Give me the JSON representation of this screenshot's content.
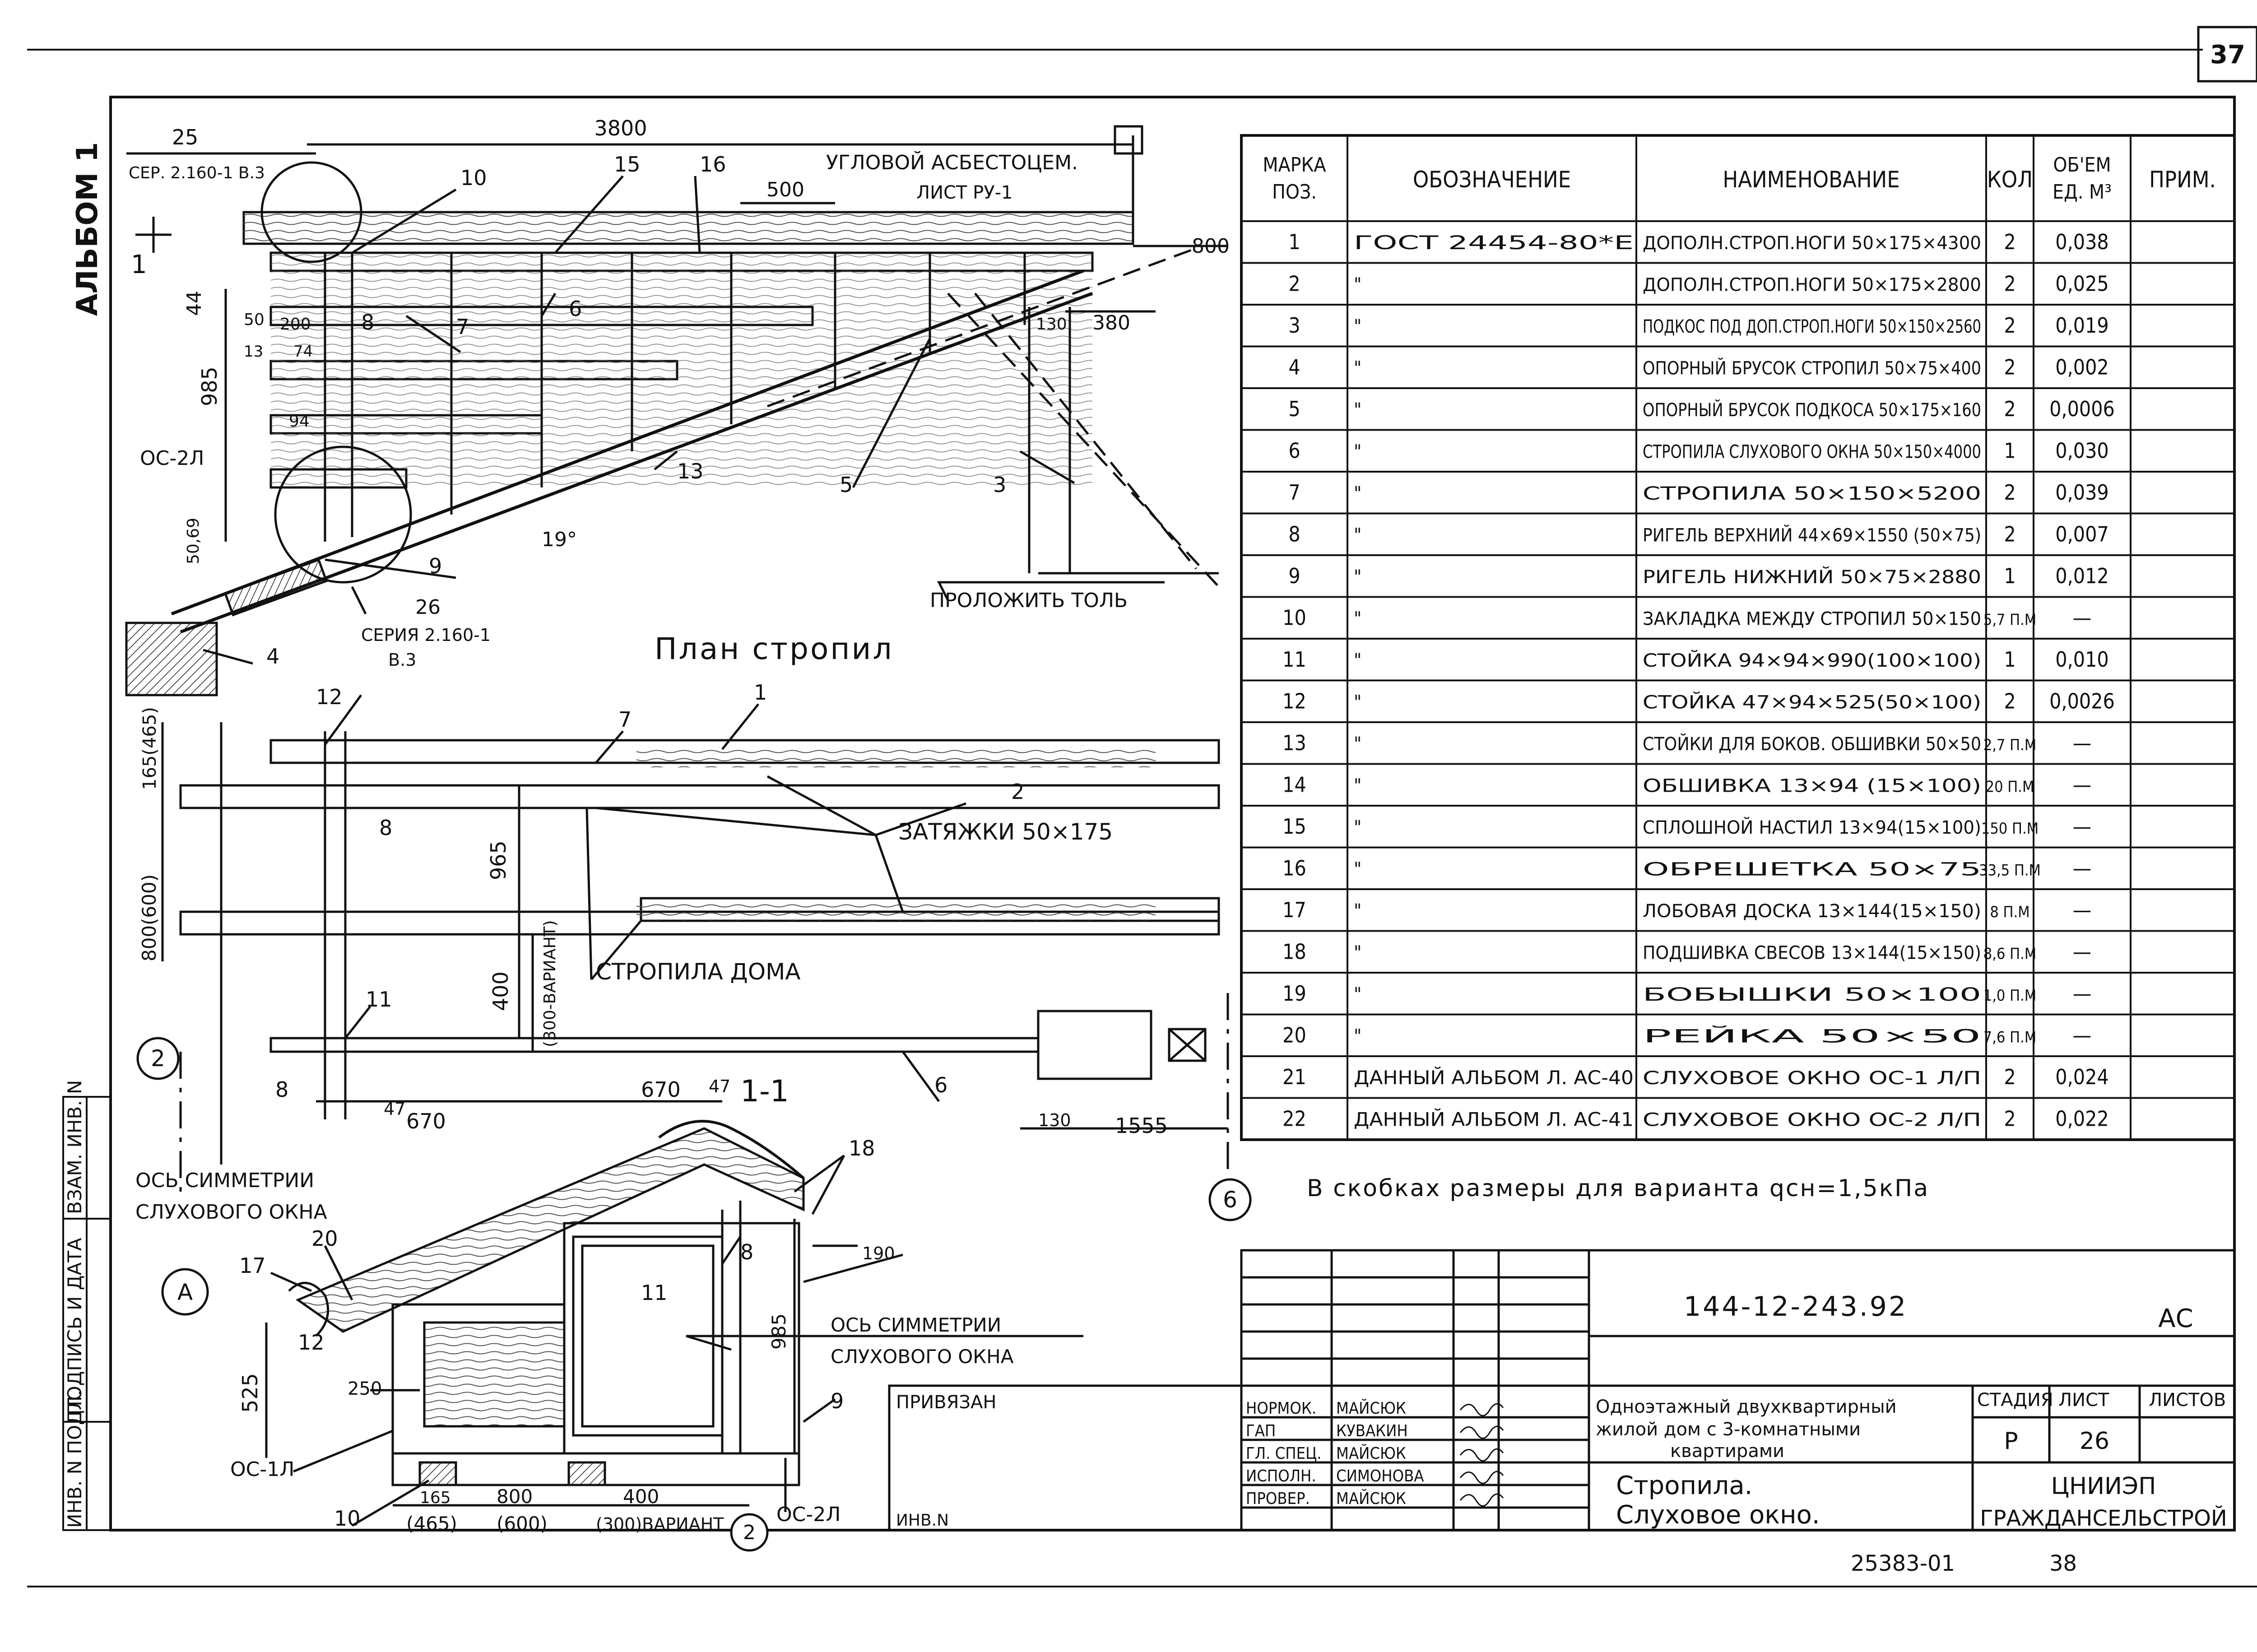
{
  "sheet_number": "37",
  "album_label": "АЛЬБОМ 1",
  "bottom_code": "25383-01",
  "bottom_page": "38",
  "left_stamp": [
    "ИНВ. N ПОДЛ.",
    "ПОДПИСЬ И ДАТА",
    "ВЗАМ. ИНВ. N"
  ],
  "plan_title": "План стропил",
  "section_title": "1-1",
  "drawing_labels": {
    "dim_3800": "3800",
    "dim_25": "25",
    "ser_ref": "СЕР. 2.160-1 В.3",
    "corner_asbestos": "УГЛОВОЙ АСБЕСТОЦЕМ.",
    "sheet_ru": "ЛИСТ РУ-1",
    "dim_500": "500",
    "dim_800": "800",
    "dim_380": "380",
    "dim_130": "130",
    "dim_44": "44",
    "dim_50": "50",
    "dim_200": "200",
    "dim_13": "13",
    "dim_74": "74",
    "dim_985": "985",
    "dim_94": "94",
    "dim_50_69": "50,69",
    "oc2l": "ОС-2Л",
    "angle_19": "19°",
    "ser_26": "26",
    "ser_ref2": "СЕРИЯ 2.160-1",
    "ser_ref3": "В.3",
    "prolozhit": "ПРОЛОЖИТЬ ТОЛЬ",
    "zatyazhki": "ЗАТЯЖКИ 50×175",
    "stropila_doma": "СТРОПИЛА ДОМА",
    "dim_965": "965",
    "dim_400": "400",
    "dim_300v": "(300-ВАРИАНТ)",
    "dim_800_600": "800(600)",
    "dim_165_465": "165(465)",
    "dim_670a": "670",
    "dim_670b": "670",
    "dim_47a": "47",
    "dim_47b": "47",
    "dim_130b": "130",
    "dim_1555": "1555",
    "axis_sym": "ОСЬ СИММЕТРИИ",
    "axis_sym2": "СЛУХОВОГО ОКНА",
    "axis_a": "А",
    "axis_2": "2",
    "axis_6": "6",
    "dim_190": "190",
    "dim_525": "525",
    "dim_250": "250",
    "oc1l": "ОС-1Л",
    "oc2l_b": "ОС-2Л",
    "sec_165": "165",
    "sec_465": "(465)",
    "sec_800": "800",
    "sec_600": "(600)",
    "sec_400": "400",
    "sec_300v": "(300)ВАРИАНТ",
    "sec_985": "985",
    "variant_note": "В скобках размеры для варианта qсн=1,5кПа",
    "callouts": [
      "1",
      "2",
      "3",
      "4",
      "5",
      "6",
      "7",
      "8",
      "9",
      "10",
      "11",
      "12",
      "13",
      "15",
      "16",
      "17",
      "18",
      "20"
    ]
  },
  "spec_table": {
    "headers": [
      "МАРКА ПОЗ.",
      "ОБОЗНАЧЕНИЕ",
      "НАИМЕНОВАНИЕ",
      "КОЛ",
      "ОБ'ЕМ ЕД. М³",
      "ПРИМ."
    ],
    "rows": [
      [
        "1",
        "ГОСТ 24454-80*Е",
        "ДОПОЛН.СТРОП.НОГИ 50×175×4300",
        "2",
        "0,038",
        ""
      ],
      [
        "2",
        "\"",
        "ДОПОЛН.СТРОП.НОГИ 50×175×2800",
        "2",
        "0,025",
        ""
      ],
      [
        "3",
        "\"",
        "ПОДКОС ПОД ДОП.СТРОП.НОГИ 50×150×2560",
        "2",
        "0,019",
        ""
      ],
      [
        "4",
        "\"",
        "ОПОРНЫЙ БРУСОК СТРОПИЛ 50×75×400",
        "2",
        "0,002",
        ""
      ],
      [
        "5",
        "\"",
        "ОПОРНЫЙ БРУСОК ПОДКОСА 50×175×160",
        "2",
        "0,0006",
        ""
      ],
      [
        "6",
        "\"",
        "СТРОПИЛА СЛУХОВОГО ОКНА 50×150×4000",
        "1",
        "0,030",
        ""
      ],
      [
        "7",
        "\"",
        "СТРОПИЛА 50×150×5200",
        "2",
        "0,039",
        ""
      ],
      [
        "8",
        "\"",
        "РИГЕЛЬ ВЕРХНИЙ 44×69×1550 (50×75)",
        "2",
        "0,007",
        ""
      ],
      [
        "9",
        "\"",
        "РИГЕЛЬ НИЖНИЙ 50×75×2880",
        "1",
        "0,012",
        ""
      ],
      [
        "10",
        "\"",
        "ЗАКЛАДКА МЕЖДУ СТРОПИЛ 50×150",
        "5,7 П.М",
        "—",
        ""
      ],
      [
        "11",
        "\"",
        "СТОЙКА 94×94×990(100×100)",
        "1",
        "0,010",
        ""
      ],
      [
        "12",
        "\"",
        "СТОЙКА 47×94×525(50×100)",
        "2",
        "0,0026",
        ""
      ],
      [
        "13",
        "\"",
        "СТОЙКИ ДЛЯ БОКОВ. ОБШИВКИ 50×50",
        "2,7 П.М",
        "—",
        ""
      ],
      [
        "14",
        "\"",
        "ОБШИВКА 13×94 (15×100)",
        "20 П.М",
        "—",
        ""
      ],
      [
        "15",
        "\"",
        "СПЛОШНОЙ НАСТИЛ 13×94(15×100)",
        "150 П.М",
        "—",
        ""
      ],
      [
        "16",
        "\"",
        "ОБРЕШЕТКА 50×75",
        "33,5 П.М",
        "—",
        ""
      ],
      [
        "17",
        "\"",
        "ЛОБОВАЯ ДОСКА 13×144(15×150)",
        "8 П.М",
        "—",
        ""
      ],
      [
        "18",
        "\"",
        "ПОДШИВКА СВЕСОВ 13×144(15×150)",
        "8,6 П.М",
        "—",
        ""
      ],
      [
        "19",
        "\"",
        "БОБЫШКИ 50×100",
        "1,0 П.М",
        "—",
        ""
      ],
      [
        "20",
        "\"",
        "РЕЙКА 50×50",
        "7,6 П.М",
        "—",
        ""
      ],
      [
        "21",
        "ДАННЫЙ АЛЬБОМ Л. АС-40",
        "СЛУХОВОЕ ОКНО ОС-1 Л/П",
        "2",
        "0,024",
        ""
      ],
      [
        "22",
        "ДАННЫЙ АЛЬБОМ Л. АС-41",
        "СЛУХОВОЕ ОКНО ОС-2 Л/П",
        "2",
        "0,022",
        ""
      ]
    ]
  },
  "title_block": {
    "doc_code": "144-12-243.92",
    "mark": "АС",
    "privyazan": "ПРИВЯЗАН",
    "inv_n": "ИНВ.N",
    "project": "Одноэтажный двухквартирный жилой дом с 3-комнатными квартирами",
    "sheet_title": "Стропила. Слуховое окно.",
    "stage_label": "СТАДИЯ",
    "sheet_label": "ЛИСТ",
    "sheets_label": "ЛИСТОВ",
    "stage": "Р",
    "sheet": "26",
    "sheets": "",
    "org": "ЦНИИЭП ГРАЖДАНСЕЛЬСТРОЙ",
    "people": [
      {
        "role": "НОРМОК.",
        "name": "МАЙСЮК"
      },
      {
        "role": "ГАП",
        "name": "КУВАКИН"
      },
      {
        "role": "ГЛ. СПЕЦ.",
        "name": "МАЙСЮК"
      },
      {
        "role": "ИСПОЛН.",
        "name": "СИМОНОВА"
      },
      {
        "role": "ПРОВЕР.",
        "name": "МАЙСЮК"
      }
    ]
  }
}
